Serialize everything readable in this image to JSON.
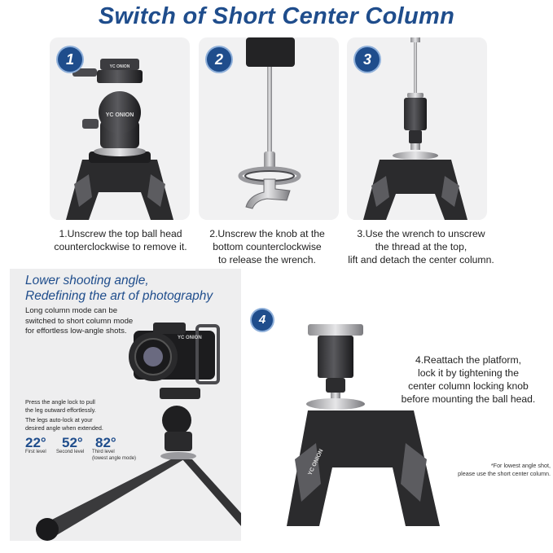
{
  "title": "Switch of Short Center Column",
  "steps": [
    {
      "num": "1",
      "lines": [
        "1.Unscrew the top ball head",
        "counterclockwise to remove it."
      ]
    },
    {
      "num": "2",
      "lines": [
        "2.Unscrew the knob at the",
        "bottom counterclockwise",
        "to release the wrench."
      ]
    },
    {
      "num": "3",
      "lines": [
        "3.Use the wrench to unscrew",
        "the thread at the top,",
        "lift and detach the center column."
      ]
    },
    {
      "num": "4",
      "lines": [
        "4.Reattach the platform,",
        "lock it by tightening the",
        "center column locking knob",
        "before mounting the ball head."
      ]
    }
  ],
  "brand": "YC ONION",
  "lower": {
    "heading": [
      "Lower shooting angle,",
      "Redefining the art of photography"
    ],
    "subtext": [
      "Long column mode can be",
      "switched to short column mode",
      "for effortless low-angle shots."
    ],
    "note1": [
      "Press the angle lock to pull",
      "the leg outward effortlessly."
    ],
    "note2": [
      "The legs auto-lock at your",
      "desired angle when extended."
    ],
    "angles": [
      {
        "value": "22°",
        "label": [
          "First level"
        ]
      },
      {
        "value": "52°",
        "label": [
          "Second level"
        ]
      },
      {
        "value": "82°",
        "label": [
          "Third level",
          "(lowest angle mode)"
        ]
      }
    ]
  },
  "footnote": [
    "*For lowest angle shot,",
    "please use the short center column."
  ],
  "colors": {
    "accent": "#1f4d8c",
    "panel": "#f1f1f2"
  }
}
